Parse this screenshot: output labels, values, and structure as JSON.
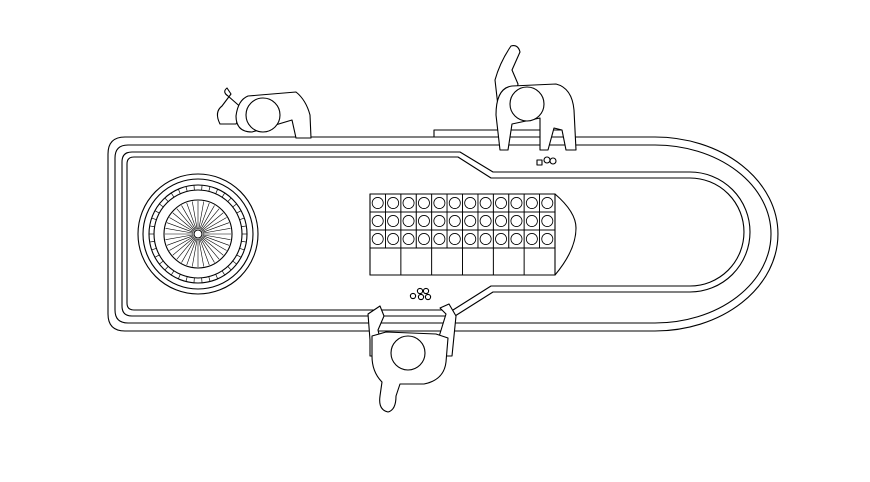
{
  "drawing": {
    "stroke_color": "#000000",
    "background_color": "#ffffff"
  },
  "roulette_wheel": {
    "spokes": 36,
    "pocket_ticks": 38
  },
  "betting_grid": {
    "rows": 3,
    "columns": 12,
    "outside_boxes": 6
  },
  "chip_stacks": [
    {
      "location": "top-right",
      "count": 3
    },
    {
      "location": "bottom-center",
      "count": 5
    }
  ],
  "figures": [
    {
      "role": "player",
      "location": "top-left"
    },
    {
      "role": "player",
      "location": "top-center"
    },
    {
      "role": "dealer",
      "location": "bottom-center"
    }
  ]
}
